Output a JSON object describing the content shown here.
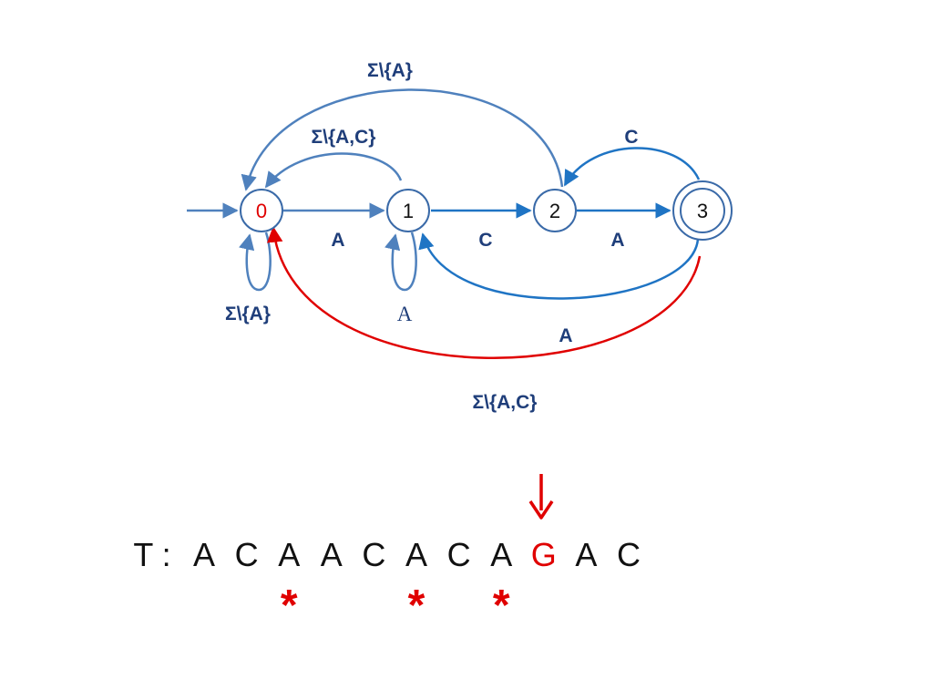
{
  "colors": {
    "edge_light": "#4f81bd",
    "edge_blue": "#1f74c4",
    "edge_red": "#e00000",
    "label": "#1f3e7a",
    "highlight": "#e00000"
  },
  "states": [
    {
      "id": "0",
      "label": "0",
      "start": true,
      "accepting": false
    },
    {
      "id": "1",
      "label": "1",
      "start": false,
      "accepting": false
    },
    {
      "id": "2",
      "label": "2",
      "start": false,
      "accepting": false
    },
    {
      "id": "3",
      "label": "3",
      "start": false,
      "accepting": true
    }
  ],
  "edges": [
    {
      "id": "e01",
      "from": "0",
      "to": "1",
      "label": "A"
    },
    {
      "id": "e12",
      "from": "1",
      "to": "2",
      "label": "C"
    },
    {
      "id": "e23",
      "from": "2",
      "to": "3",
      "label": "A"
    },
    {
      "id": "e00",
      "from": "0",
      "to": "0",
      "label": "Σ\\{A}"
    },
    {
      "id": "e11",
      "from": "1",
      "to": "1",
      "label": "A"
    },
    {
      "id": "e10",
      "from": "1",
      "to": "0",
      "label": "Σ\\{A,C}"
    },
    {
      "id": "e20",
      "from": "2",
      "to": "0",
      "label": "Σ\\{A}"
    },
    {
      "id": "e32",
      "from": "3",
      "to": "2",
      "label": "C"
    },
    {
      "id": "e31",
      "from": "3",
      "to": "1",
      "label": "A"
    },
    {
      "id": "e30",
      "from": "3",
      "to": "0",
      "label": "Σ\\{A,C}"
    }
  ],
  "text": {
    "prefix": "T :",
    "chars": [
      "A",
      "C",
      "A",
      "A",
      "C",
      "A",
      "C",
      "A",
      "G",
      "A",
      "C"
    ],
    "highlight_index": 8,
    "match_marker": "*",
    "match_positions": [
      2,
      5,
      7
    ]
  }
}
